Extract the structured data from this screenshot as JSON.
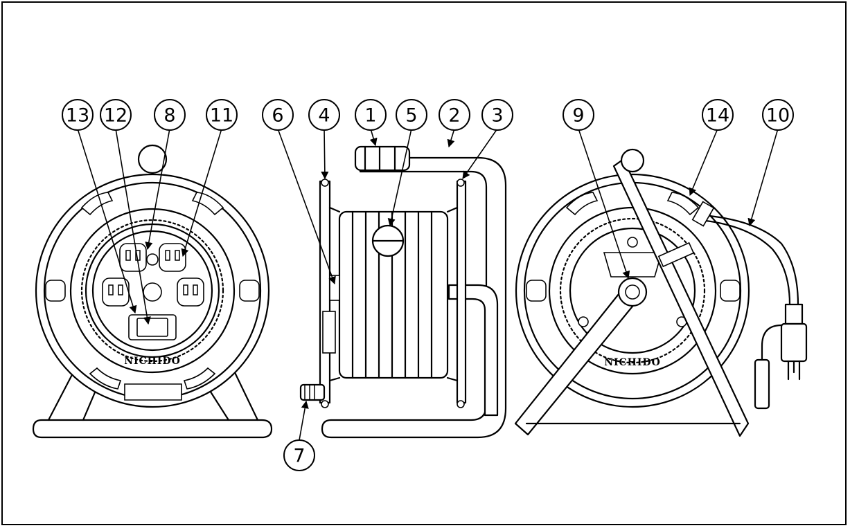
{
  "diagram": {
    "brand_label": "NICHIDO",
    "callouts": [
      {
        "id": "13",
        "label": "13"
      },
      {
        "id": "12",
        "label": "12"
      },
      {
        "id": "8",
        "label": "8"
      },
      {
        "id": "11",
        "label": "11"
      },
      {
        "id": "6",
        "label": "6"
      },
      {
        "id": "4",
        "label": "4"
      },
      {
        "id": "1",
        "label": "1"
      },
      {
        "id": "5",
        "label": "5"
      },
      {
        "id": "2",
        "label": "2"
      },
      {
        "id": "3",
        "label": "3"
      },
      {
        "id": "7",
        "label": "7"
      },
      {
        "id": "9",
        "label": "9"
      },
      {
        "id": "14",
        "label": "14"
      },
      {
        "id": "10",
        "label": "10"
      }
    ]
  }
}
